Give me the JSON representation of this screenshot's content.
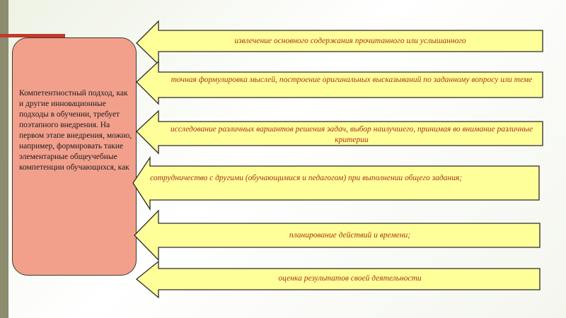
{
  "card": {
    "text": "Компетентностный подход, как и другие инновационные подходы в обучении, требует поэтапного внедрения. На первом этапе внедрения, можно, например, формировать такие элементарные общеучебные компетенции обучающихся, как"
  },
  "arrows": [
    {
      "text": "извлечение основного содержания прочитанного или услышанного"
    },
    {
      "text": "точная формулировка мыслей, построение оригинальных высказываний по заданному вопросу или теме"
    },
    {
      "text": "исследование различных вариантов решения задач, выбор наилучшего, принимая во внимание различные критерии"
    },
    {
      "text": "сотрудничество с другими (обучающимися и педагогом) при выполнении общего задания;"
    },
    {
      "text": "планирование действий и времени;"
    },
    {
      "text": "оценка результатов своей деятельности"
    }
  ],
  "colors": {
    "arrow_fill": "#ffff99",
    "arrow_stroke": "#2b2b2b",
    "arrow_text": "#a83216",
    "card_fill": "#f2a08c",
    "left_bar": "#8c8c6e",
    "left_bar_accent": "#c0392b"
  }
}
